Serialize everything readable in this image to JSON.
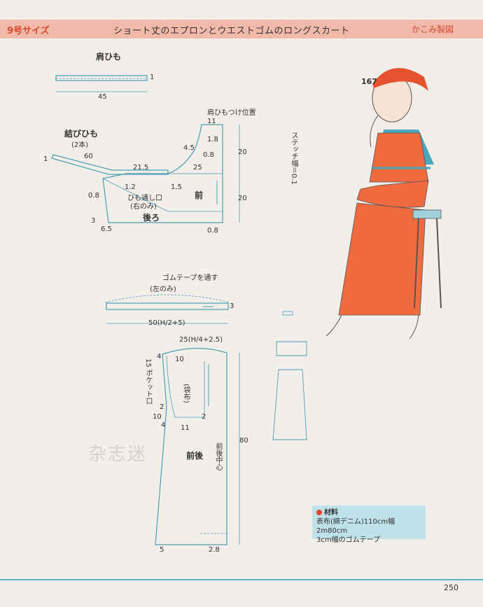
{
  "header": {
    "size_label": "9号サイズ",
    "title": "ショート丈のエプロンとウエストゴムのロングスカート",
    "credit": "かこみ製図"
  },
  "figure_number": "167",
  "shoulder_strap": {
    "title": "肩ひも",
    "width_label": "1",
    "length_label": "45"
  },
  "tie_strap": {
    "title": "結びひも",
    "count": "(2本)",
    "len_60": "60",
    "end_1": "1",
    "w_08": "0.8"
  },
  "apron": {
    "strap_attach": "肩ひもつけ位置",
    "d_11": "11",
    "d_18": "1.8",
    "d_45": "4.5",
    "d_08a": "0.8",
    "d_215": "21.5",
    "d_25": "25",
    "d_20a": "20",
    "d_20b": "20",
    "d_12": "1.2",
    "d_15": "1.5",
    "loop_label": "ひも通し口",
    "loop_note": "(右のみ)",
    "front": "前",
    "back": "後ろ",
    "d_3": "3",
    "d_65": "6.5",
    "d_08b": "0.8",
    "stitch": "ステッチ幅＝0.1"
  },
  "waistband": {
    "elastic": "ゴムテープを通す",
    "left_only": "(左のみ)",
    "height": "3",
    "length": "50(H/2+5)"
  },
  "skirt": {
    "top": "25(H/4+2.5)",
    "pocket": "15 ポケット口",
    "pouch": "(袋布)",
    "d_4": "4",
    "d_10a": "10",
    "d_2a": "2",
    "d_10b": "10",
    "d_2b": "2",
    "d_11": "11",
    "d_4b": "4",
    "front_back": "前後",
    "center": "前後中心",
    "length": "80",
    "hem_5": "5",
    "hem_28": "2.8"
  },
  "materials": {
    "heading": "材料",
    "line1": "表布(綿デニム)110cm幅2m80cm",
    "line2": "3cm幅のゴムテープ"
  },
  "watermark": "杂志迷",
  "page_number": "250",
  "colors": {
    "header_bg": "#f1b9aa",
    "accent_red": "#d9492e",
    "line_blue": "#5ab3c3",
    "box_blue": "#bfe1ea",
    "dress_orange": "#ef6a3f"
  }
}
